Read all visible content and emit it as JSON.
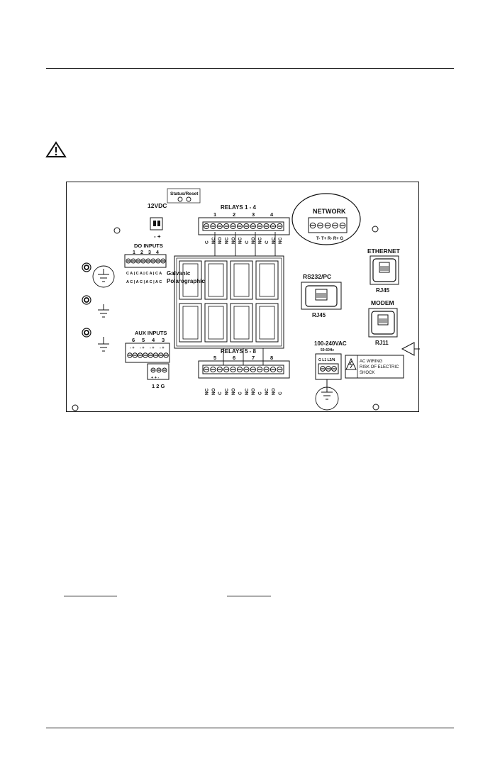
{
  "panel": {
    "status_reset": "Status/Reset",
    "power_12vdc": {
      "label": "12VDC",
      "polarity": "- +"
    },
    "relays_top": {
      "title": "RELAYS 1 - 4",
      "numbers": [
        "1",
        "2",
        "3",
        "4"
      ],
      "terminals": [
        "C",
        "NC",
        "NO",
        "NC",
        "NO",
        "NC",
        "C",
        "NO",
        "NC",
        "C",
        "NC",
        "NC"
      ]
    },
    "network": {
      "title": "NETWORK",
      "pins": "T- T+ R- R+ G"
    },
    "do_inputs": {
      "title": "DO INPUTS",
      "numbers": [
        "1",
        "2",
        "3",
        "4"
      ],
      "row1": "C A | C A | C A | C A",
      "row2": "A C | A C | A C | A C",
      "galvanic": "Galvanic",
      "polarographic": "Polarographic"
    },
    "ethernet": {
      "title": "ETHERNET",
      "jack": "RJ45"
    },
    "rs232": {
      "title": "RS232/PC",
      "jack": "RJ45"
    },
    "modem": {
      "title": "MODEM",
      "jack": "RJ11"
    },
    "aux_inputs": {
      "title": "AUX INPUTS",
      "numbers": [
        "6",
        "5",
        "4",
        "3"
      ],
      "signs": [
        "- +",
        "- +",
        "- +",
        "- +"
      ],
      "lower_signs": "+ + -",
      "lower_label": "1 2 G"
    },
    "relays_bottom": {
      "title": "RELAYS 5 - 8",
      "numbers": [
        "5",
        "6",
        "7",
        "8"
      ],
      "terminals": [
        "NC",
        "NO",
        "C",
        "NC",
        "NO",
        "C",
        "NC",
        "NO",
        "C",
        "NC",
        "NO",
        "C"
      ]
    },
    "ac_input": {
      "title": "100-240VAC",
      "freq": "50-60Hz",
      "pins": "G L1 L2/N"
    },
    "ac_warning": [
      "AC WIRING",
      "RISK OF ELECTRIC",
      "SHOCK"
    ]
  }
}
